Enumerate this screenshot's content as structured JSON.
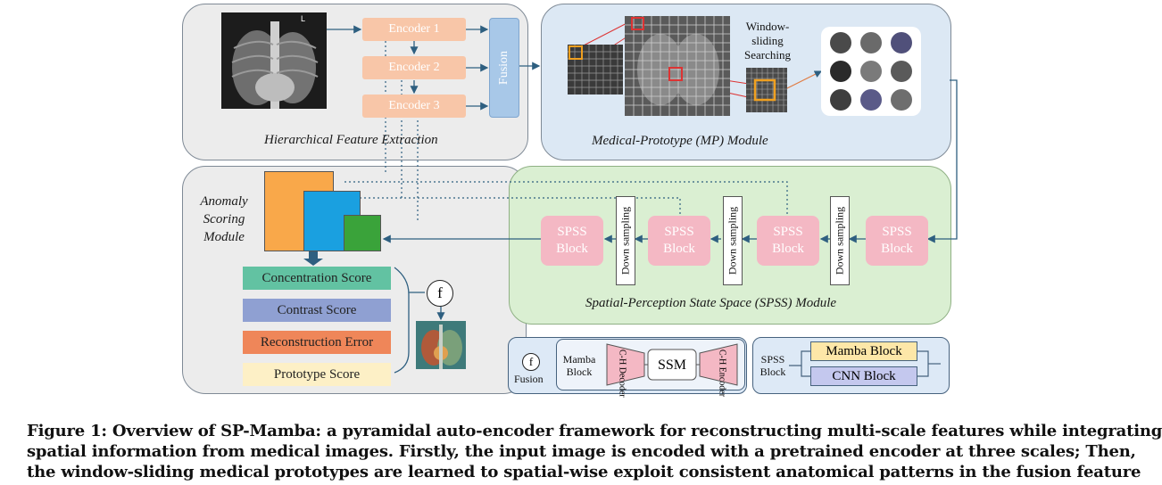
{
  "hfe": {
    "title": "Hierarchical Feature Extraction",
    "encoders": [
      "Encoder 1",
      "Encoder 2",
      "Encoder 3"
    ],
    "fusion": "Fusion",
    "xray_mark": "L"
  },
  "mp": {
    "title": "Medical-Prototype (MP) Module",
    "window_label": [
      "Window-",
      "sliding",
      "Searching"
    ]
  },
  "asm": {
    "title": [
      "Anomaly",
      "Scoring",
      "Module"
    ],
    "scores": [
      {
        "label": "Concentration Score",
        "color": "#62c2a2"
      },
      {
        "label": "Contrast Score",
        "color": "#8fa0d2"
      },
      {
        "label": "Reconstruction Error",
        "color": "#ef8659"
      },
      {
        "label": "Prototype Score",
        "color": "#fdf0c6"
      }
    ],
    "fusion_symbol": "f"
  },
  "spss": {
    "title": "Spatial-Perception State Space (SPSS) Module",
    "block": [
      "SPSS",
      "Block"
    ],
    "down": "Down sampling"
  },
  "legend": {
    "fusion_symbol": "f",
    "fusion_label": "Fusion",
    "mamba_block": [
      "Mamba",
      "Block"
    ],
    "decoder": "C-H Decoder",
    "ssm": "SSM",
    "encoder": "C-H Encoder",
    "spss_block": [
      "SPSS",
      "Block"
    ],
    "mamba_box": "Mamba Block",
    "cnn_box": "CNN Block"
  },
  "caption": {
    "lines": [
      "Figure 1: Overview of SP-Mamba: a pyramidal auto-encoder framework for reconstructing multi-scale features while integrating",
      "spatial information from medical images. Firstly, the input image is encoded with a pretrained encoder at three scales; Then,",
      "the window-sliding medical prototypes are learned to spatial-wise exploit consistent anatomical patterns in the fusion feature"
    ]
  }
}
